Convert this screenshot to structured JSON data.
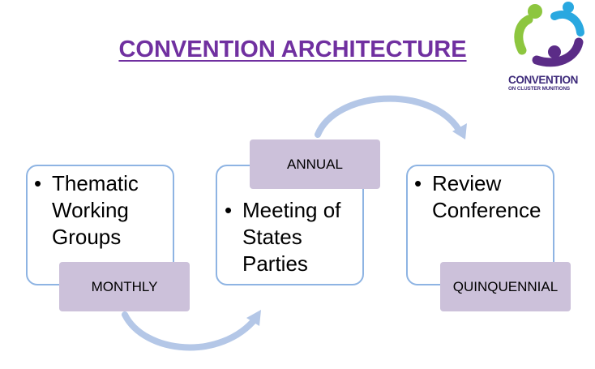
{
  "title": "CONVENTION ARCHITECTURE",
  "logo": {
    "line1": "CONVENTION",
    "line2": "ON CLUSTER MUNITIONS",
    "colors": {
      "green": "#8dc63f",
      "blue": "#29a8e0",
      "purple": "#5b2c87"
    }
  },
  "stages": [
    {
      "bullet": "•",
      "text": "Thematic Working Groups",
      "tag": "MONTHLY"
    },
    {
      "bullet": "•",
      "text": "Meeting of States Parties",
      "tag": "ANNUAL"
    },
    {
      "bullet": "•",
      "text": "Review Conference",
      "tag": "QUINQUENNIAL"
    }
  ],
  "colors": {
    "title": "#7030a0",
    "box_border": "#8eb4e3",
    "tag_fill": "#ccc1da",
    "arrow": "#b4c7e7"
  }
}
